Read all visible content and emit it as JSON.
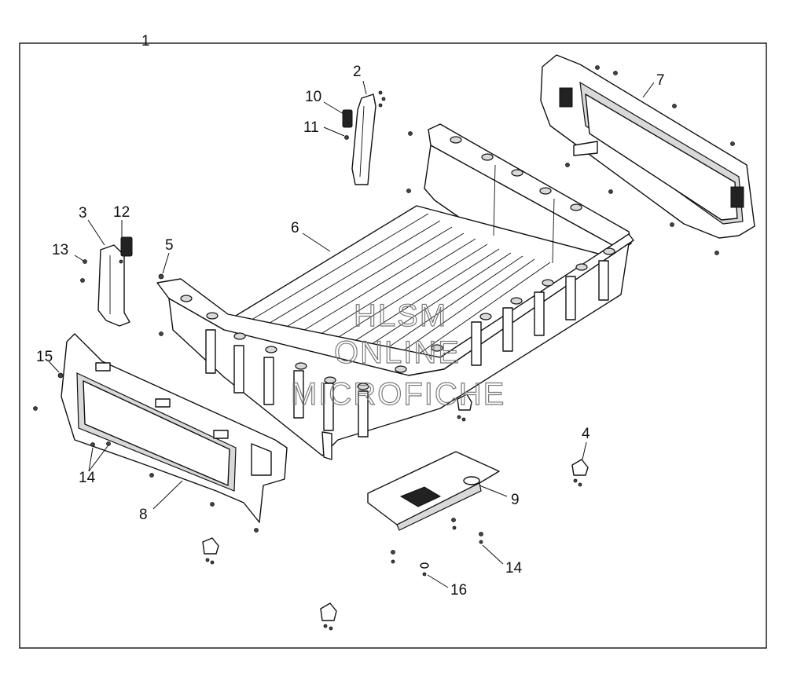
{
  "diagram": {
    "assembly_callout": "1",
    "callouts": {
      "c2": "2",
      "c3": "3",
      "c4": "4",
      "c5": "5",
      "c6": "6",
      "c7": "7",
      "c8": "8",
      "c9": "9",
      "c10": "10",
      "c11": "11",
      "c12": "12",
      "c13": "13",
      "c14a": "14",
      "c14b": "14",
      "c15": "15",
      "c16": "16"
    },
    "watermark": {
      "line1": "HLSM",
      "line2": "ONLINE",
      "line3": "MICROFICHE"
    }
  }
}
